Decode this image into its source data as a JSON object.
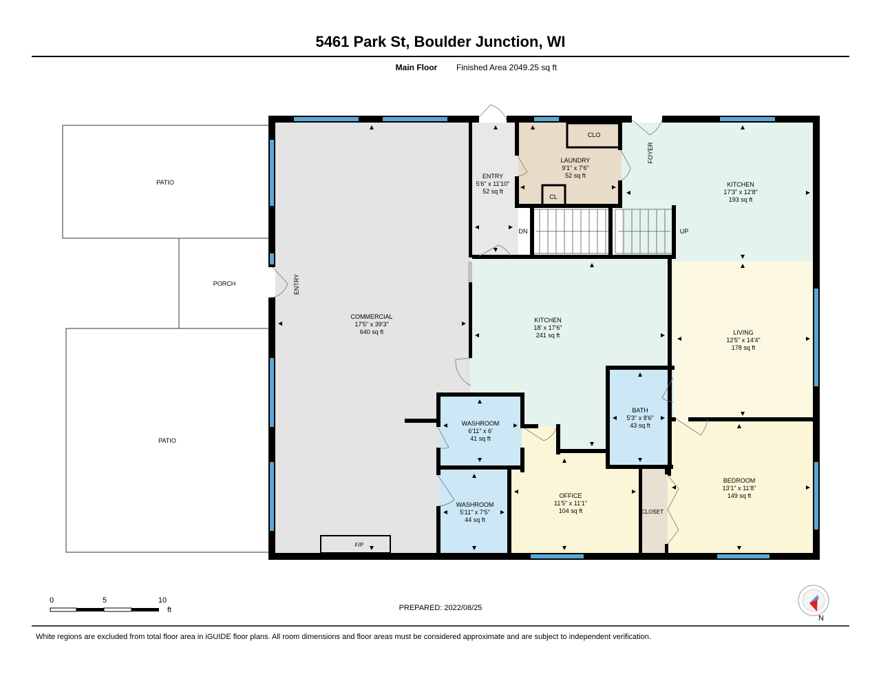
{
  "header": {
    "title": "5461 Park St, Boulder Junction, WI",
    "floor_label": "Main Floor",
    "area_text": "Finished Area 2049.25 sq ft"
  },
  "rooms": {
    "commercial": {
      "name": "COMMERCIAL",
      "dims": "17'5\" x 39'3\"",
      "area": "640 sq ft"
    },
    "entry": {
      "name": "ENTRY",
      "dims": "5'6\" x 11'10\"",
      "area": "52 sq ft"
    },
    "laundry": {
      "name": "LAUNDRY",
      "dims": "9'1\" x 7'6\"",
      "area": "52 sq ft"
    },
    "kitchen_upper": {
      "name": "KITCHEN",
      "dims": "17'3\" x 12'8\"",
      "area": "193 sq ft"
    },
    "kitchen_main": {
      "name": "KITCHEN",
      "dims": "18' x 17'6\"",
      "area": "241 sq ft"
    },
    "living": {
      "name": "LIVING",
      "dims": "12'5\" x 14'4\"",
      "area": "178 sq ft"
    },
    "bath": {
      "name": "BATH",
      "dims": "5'3\" x 8'6\"",
      "area": "43 sq ft"
    },
    "washroom1": {
      "name": "WASHROOM",
      "dims": "6'11\" x 6'",
      "area": "41 sq ft"
    },
    "washroom2": {
      "name": "WASHROOM",
      "dims": "5'11\" x 7'5\"",
      "area": "44 sq ft"
    },
    "office": {
      "name": "OFFICE",
      "dims": "11'5\" x 11'1\"",
      "area": "104 sq ft"
    },
    "bedroom": {
      "name": "BEDROOM",
      "dims": "13'1\" x 11'8\"",
      "area": "149 sq ft"
    }
  },
  "labels": {
    "clo": "CLO",
    "cl": "CL",
    "closet": "CLOSET",
    "foyer": "FOYER",
    "entry_side": "ENTRY",
    "dn": "DN",
    "up": "UP",
    "fp": "F/P",
    "patio_top": "PATIO",
    "patio_bottom": "PATIO",
    "porch": "PORCH"
  },
  "scale": {
    "t0": "0",
    "t5": "5",
    "t10": "10",
    "unit": "ft"
  },
  "compass": {
    "north_label": "N"
  },
  "prepared": "PREPARED: 2022/08/25",
  "disclaimer": "White regions are excluded from total floor area in iGUIDE floor plans. All room dimensions and floor areas must be considered approximate and are subject to independent verification.",
  "colors": {
    "commercial": "#e4e4e4",
    "entry": "#e8e8e8",
    "laundry": "#e8dcc8",
    "kitchen": "#e4f4ec",
    "living": "#fcf8e2",
    "bath": "#cce8f6",
    "washroom": "#cce8f6",
    "office": "#fcf6d8",
    "bedroom": "#fcf6d8",
    "closet": "#e8e0d2",
    "wall": "#000000",
    "window": "#5aa8d6"
  }
}
